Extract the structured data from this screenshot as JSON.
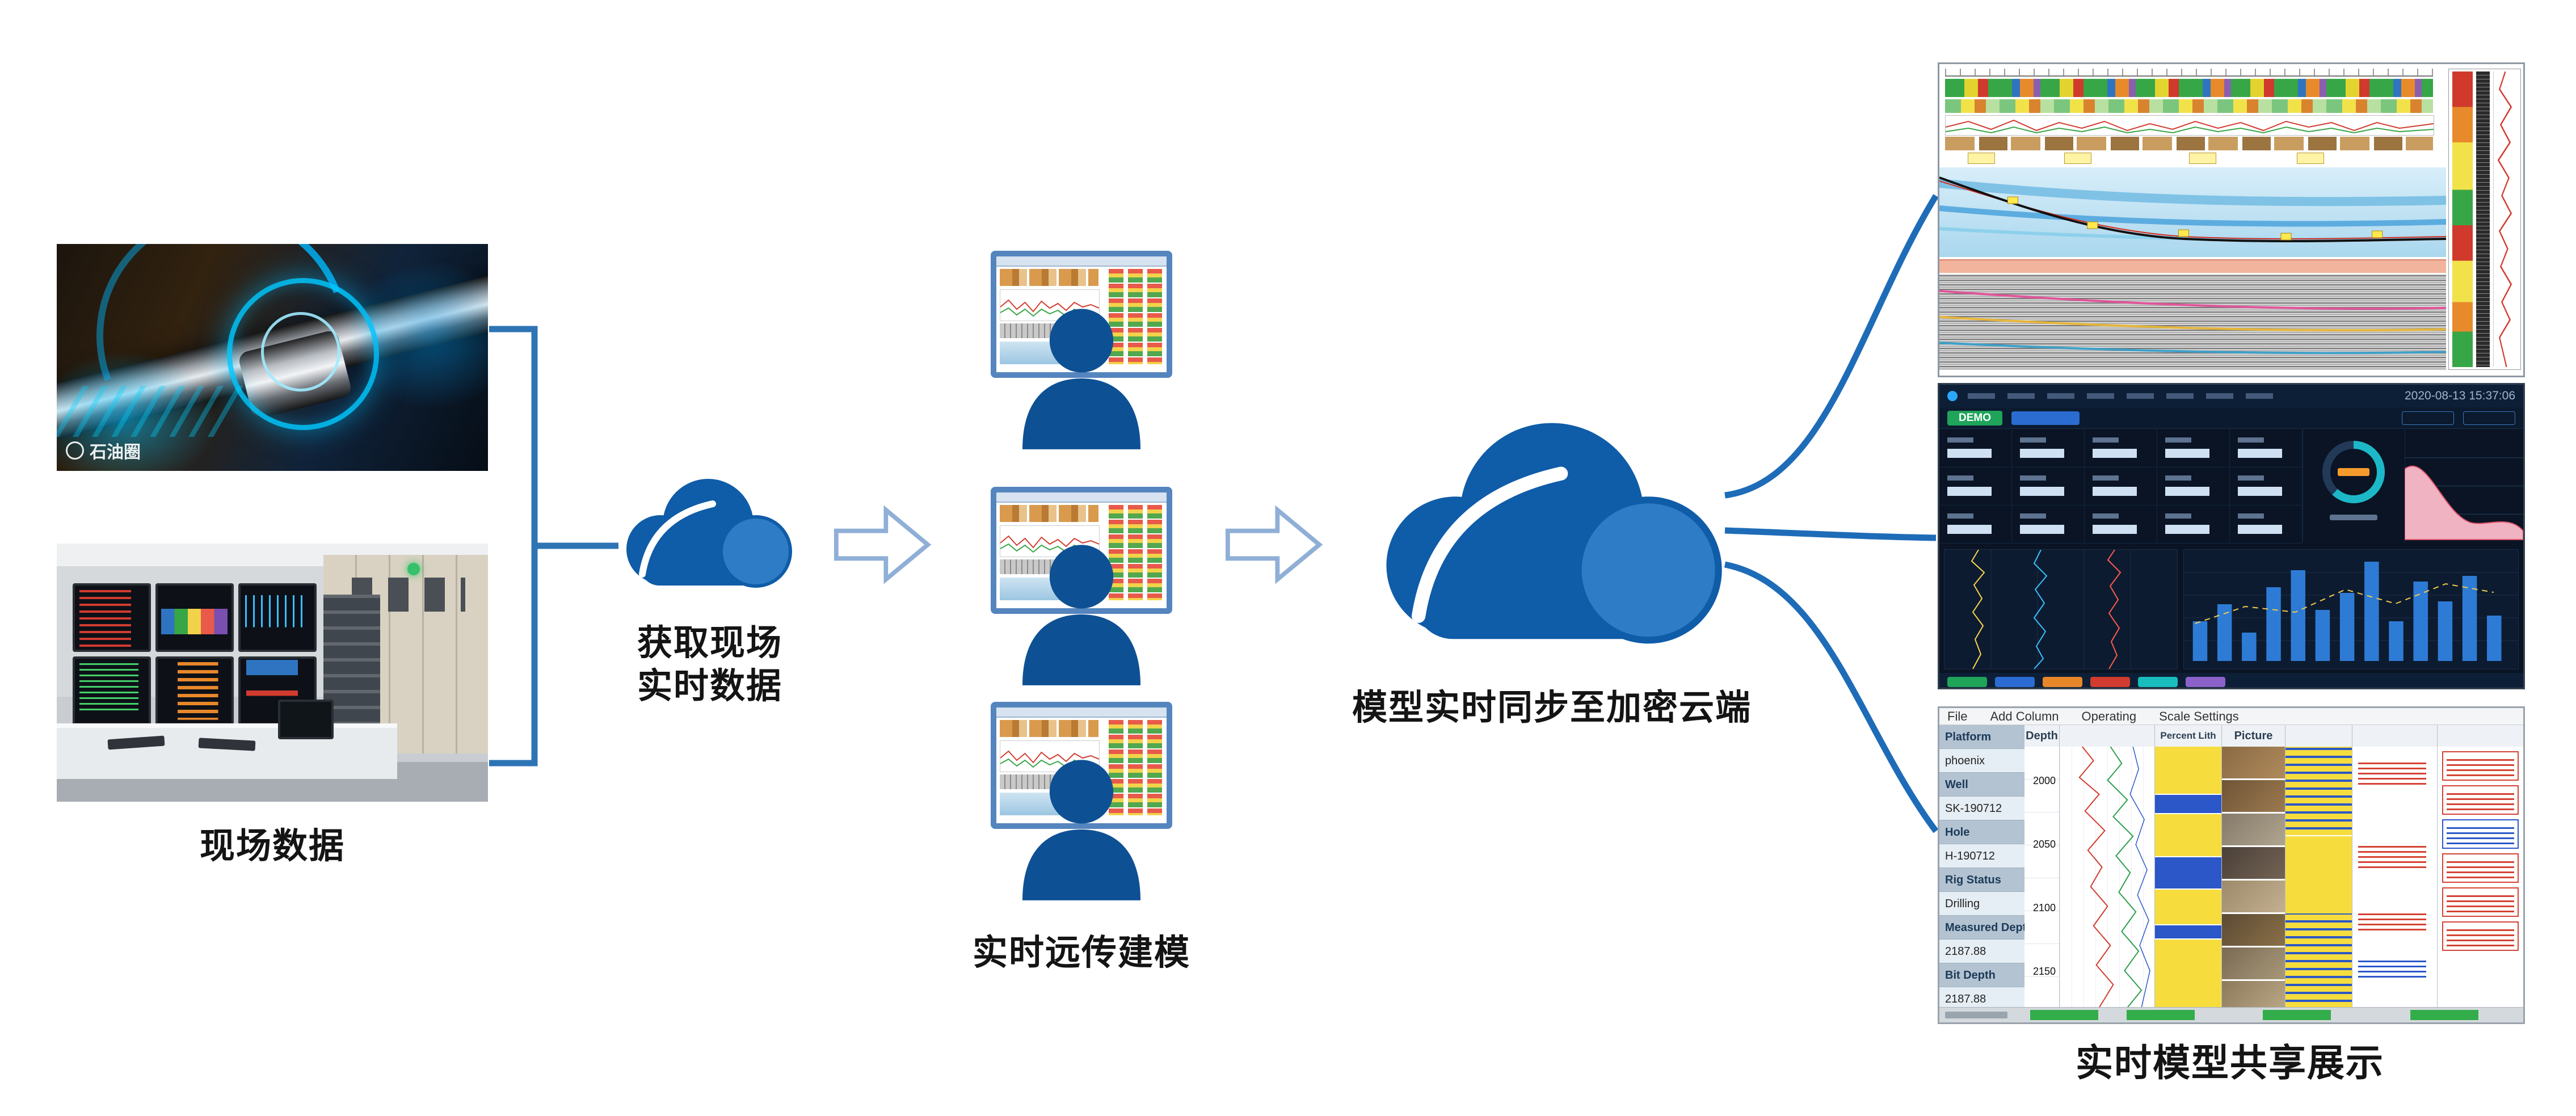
{
  "labels": {
    "field_data": "现场数据",
    "acquire_line1": "获取现场",
    "acquire_line2": "实时数据",
    "remote_modeling": "实时远传建模",
    "sync_to_cloud": "模型实时同步至加密云端",
    "share_display": "实时模型共享展示"
  },
  "photo_drilling": {
    "watermark": "石油圈"
  },
  "dashboard": {
    "badge_demo": "DEMO",
    "timestamp": "2020-08-13 15:37:06"
  },
  "log_viewer": {
    "menu": [
      "File",
      "Add Column",
      "Operating",
      "Scale Settings"
    ],
    "sidebar": [
      {
        "label": "Platform",
        "value": "phoenix"
      },
      {
        "label": "Well",
        "value": "SK-190712"
      },
      {
        "label": "Hole",
        "value": "H-190712"
      },
      {
        "label": "Rig Status",
        "value": "Drilling"
      },
      {
        "label": "Measured Depth",
        "value": "2187.88"
      },
      {
        "label": "Bit Depth",
        "value": "2187.88"
      }
    ],
    "column_headers": {
      "depth": "Depth",
      "percent_lith": "Percent Lith",
      "picture": "Picture"
    },
    "depth_ticks": [
      "2000",
      "2050",
      "2100",
      "2150"
    ]
  },
  "colors": {
    "cloud_dark": "#0f5ca8",
    "cloud_light": "#2f7cc6",
    "connector_blue": "#2e74b5",
    "arrow_outline": "#8fafd6"
  }
}
